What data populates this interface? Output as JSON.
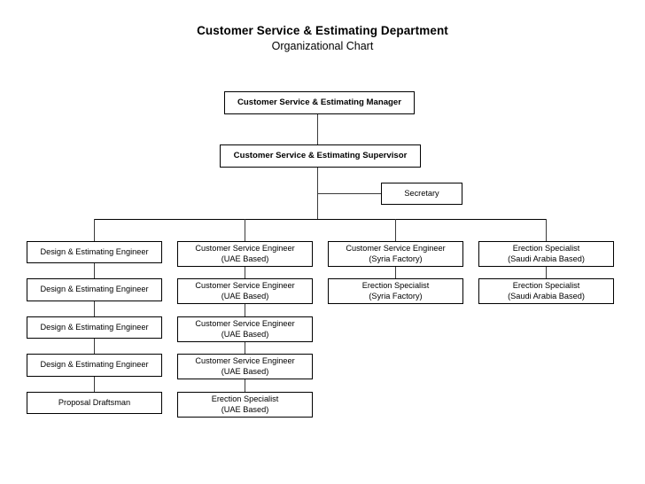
{
  "title": {
    "main": "Customer Service & Estimating Department",
    "sub": "Organizational Chart"
  },
  "chart_data": {
    "type": "diagram",
    "diagram_type": "organizational-chart",
    "title": "Customer Service & Estimating Department",
    "subtitle": "Organizational Chart"
  },
  "nodes": {
    "manager": {
      "line1": "Customer Service & Estimating Manager"
    },
    "supervisor": {
      "line1": "Customer Service & Estimating Supervisor"
    },
    "secretary": {
      "line1": "Secretary"
    }
  },
  "columns": [
    {
      "name": "design-estimating",
      "items": [
        {
          "line1": "Design & Estimating Engineer",
          "line2": ""
        },
        {
          "line1": "Design & Estimating Engineer",
          "line2": ""
        },
        {
          "line1": "Design & Estimating Engineer",
          "line2": ""
        },
        {
          "line1": "Design & Estimating Engineer",
          "line2": ""
        },
        {
          "line1": "Proposal Draftsman",
          "line2": ""
        }
      ]
    },
    {
      "name": "uae-based",
      "items": [
        {
          "line1": "Customer Service Engineer",
          "line2": "(UAE Based)"
        },
        {
          "line1": "Customer Service Engineer",
          "line2": "(UAE Based)"
        },
        {
          "line1": "Customer Service Engineer",
          "line2": "(UAE Based)"
        },
        {
          "line1": "Customer Service Engineer",
          "line2": "(UAE Based)"
        },
        {
          "line1": "Erection Specialist",
          "line2": "(UAE Based)"
        }
      ]
    },
    {
      "name": "syria-factory",
      "items": [
        {
          "line1": "Customer Service Engineer",
          "line2": "(Syria Factory)"
        },
        {
          "line1": "Erection Specialist",
          "line2": "(Syria Factory)"
        }
      ]
    },
    {
      "name": "saudi-arabia-based",
      "items": [
        {
          "line1": "Erection Specialist",
          "line2": "(Saudi Arabia Based)"
        },
        {
          "line1": "Erection Specialist",
          "line2": "(Saudi Arabia Based)"
        }
      ]
    }
  ],
  "colors": {
    "box_border": "#000000",
    "connector": "#3a3a3a",
    "text": "#000000",
    "background": "#ffffff"
  }
}
